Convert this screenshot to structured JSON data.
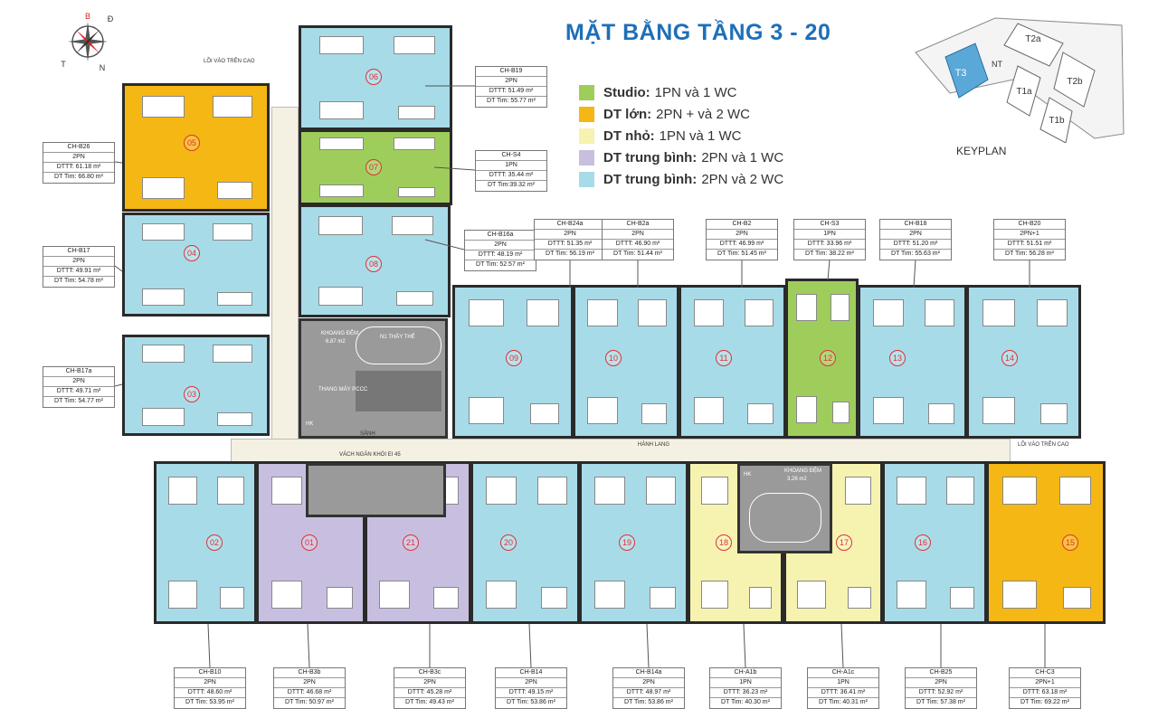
{
  "title": "MẶT BẰNG TẦNG 3 - 20",
  "colors": {
    "studio": "#9fcd5b",
    "large": "#f5b713",
    "small": "#f6f2b0",
    "medium1wc": "#c8bfe0",
    "medium2wc": "#a8dbe8",
    "corridor": "#f4f0e2",
    "core": "#9a9a9a",
    "title": "#1e6fb8"
  },
  "legend": [
    {
      "type": "studio",
      "bold": "Studio:",
      "text": "1PN và 1 WC"
    },
    {
      "type": "large",
      "bold": "DT lớn:",
      "text": "2PN + và 2 WC"
    },
    {
      "type": "small",
      "bold": "DT nhỏ:",
      "text": "1PN  và 1 WC"
    },
    {
      "type": "medium1wc",
      "bold": "DT trung bình:",
      "text": "2PN và 1 WC"
    },
    {
      "type": "medium2wc",
      "bold": "DT trung bình:",
      "text": "2PN và 2 WC"
    }
  ],
  "compass": {
    "north": "B",
    "south": "N",
    "east": "Đ",
    "west": "T",
    "icon": "compass-rose-icon"
  },
  "keyplan": {
    "label": "KEYPLAN",
    "blocks": [
      "T3",
      "NT",
      "T2a",
      "T2b",
      "T1a",
      "T1b"
    ],
    "highlighted": "T3"
  },
  "annotations": {
    "core_entry_top": "LÕI VÀO TRÊN CAO",
    "core_entry_right": "LÕI VÀO TRÊN CAO",
    "corridor": "HÀNH LANG",
    "smoke_wall": "VÁCH NGĂN KHÓI EI 45",
    "lobby": "SẢNH",
    "buffer_left": "KHOANG ĐỆM",
    "buffer_left_area": "6.87 m2",
    "stair": "N1 THẤY THẾ",
    "fire_lift": "THANG MÁY PCCC",
    "buffer_right": "KHOANG ĐỆM",
    "buffer_right_area": "3.26 m2",
    "hk": "HK"
  },
  "units": [
    {
      "no": "05",
      "type": "large"
    },
    {
      "no": "06",
      "type": "medium2wc"
    },
    {
      "no": "07",
      "type": "studio"
    },
    {
      "no": "04",
      "type": "medium2wc"
    },
    {
      "no": "08",
      "type": "medium2wc"
    },
    {
      "no": "03",
      "type": "medium2wc"
    },
    {
      "no": "09",
      "type": "medium2wc"
    },
    {
      "no": "10",
      "type": "medium2wc"
    },
    {
      "no": "11",
      "type": "medium2wc"
    },
    {
      "no": "12",
      "type": "studio"
    },
    {
      "no": "13",
      "type": "medium2wc"
    },
    {
      "no": "14",
      "type": "medium2wc"
    },
    {
      "no": "02",
      "type": "medium2wc"
    },
    {
      "no": "01",
      "type": "medium1wc"
    },
    {
      "no": "21",
      "type": "medium1wc"
    },
    {
      "no": "20",
      "type": "medium2wc"
    },
    {
      "no": "19",
      "type": "medium2wc"
    },
    {
      "no": "18",
      "type": "small"
    },
    {
      "no": "17",
      "type": "small"
    },
    {
      "no": "16",
      "type": "medium2wc"
    },
    {
      "no": "15",
      "type": "large"
    }
  ],
  "info_boxes": [
    {
      "code": "CH-B26",
      "rooms": "2PN",
      "dttt": "DTTT: 61.18 m²",
      "dttim": "DT Tim: 66.80 m²"
    },
    {
      "code": "CH-B17",
      "rooms": "2PN",
      "dttt": "DTTT: 49.91 m²",
      "dttim": "DT Tim: 54.78 m²"
    },
    {
      "code": "CH-B17a",
      "rooms": "2PN",
      "dttt": "DTTT: 49.71 m²",
      "dttim": "DT Tim: 54.77 m²"
    },
    {
      "code": "CH-B19",
      "rooms": "2PN",
      "dttt": "DTTT: 51.49 m²",
      "dttim": "DT Tim: 55.77 m²"
    },
    {
      "code": "CH-S4",
      "rooms": "1PN",
      "dttt": "DTTT: 35.44 m²",
      "dttim": "DT Tim:39.32 m²"
    },
    {
      "code": "CH-B16a",
      "rooms": "2PN",
      "dttt": "DTTT: 48.19 m²",
      "dttim": "DT Tim: 52.57 m²"
    },
    {
      "code": "CH-B24a",
      "rooms": "2PN",
      "dttt": "DTTT: 51.35 m²",
      "dttim": "DT Tim: 56.19 m²"
    },
    {
      "code": "CH-B2a",
      "rooms": "2PN",
      "dttt": "DTTT: 46.90 m²",
      "dttim": "DT Tim: 51.44 m²"
    },
    {
      "code": "CH-B2",
      "rooms": "2PN",
      "dttt": "DTTT: 46.99 m²",
      "dttim": "DT Tim: 51.45 m²"
    },
    {
      "code": "CH-S3",
      "rooms": "1PN",
      "dttt": "DTTT: 33.96 m²",
      "dttim": "DT Tim: 38.22 m²"
    },
    {
      "code": "CH-B18",
      "rooms": "2PN",
      "dttt": "DTTT: 51.20 m²",
      "dttim": "DT Tim: 55.63 m²"
    },
    {
      "code": "CH-B20",
      "rooms": "2PN+1",
      "dttt": "DTTT: 51.51 m²",
      "dttim": "DT Tim: 56.28 m²"
    },
    {
      "code": "CH-B10",
      "rooms": "2PN",
      "dttt": "DTTT: 48.60 m²",
      "dttim": "DT Tim: 53.95 m²"
    },
    {
      "code": "CH-B3b",
      "rooms": "2PN",
      "dttt": "DTTT: 46.68 m²",
      "dttim": "DT Tim: 50.97 m²"
    },
    {
      "code": "CH-B3c",
      "rooms": "2PN",
      "dttt": "DTTT: 45.28 m²",
      "dttim": "DT Tim: 49.43 m²"
    },
    {
      "code": "CH-B14",
      "rooms": "2PN",
      "dttt": "DTTT: 49.15 m²",
      "dttim": "DT Tim: 53.86 m²"
    },
    {
      "code": "CH-B14a",
      "rooms": "2PN",
      "dttt": "DTTT: 48.97 m²",
      "dttim": "DT Tim: 53.86 m²"
    },
    {
      "code": "CH-A1b",
      "rooms": "1PN",
      "dttt": "DTTT: 36.23 m²",
      "dttim": "DT Tim: 40.30 m²"
    },
    {
      "code": "CH-A1c",
      "rooms": "1PN",
      "dttt": "DTTT: 36.41 m²",
      "dttim": "DT Tim: 40.31 m²"
    },
    {
      "code": "CH-B25",
      "rooms": "2PN",
      "dttt": "DTTT: 52.92 m²",
      "dttim": "DT Tim: 57.38 m²"
    },
    {
      "code": "CH-C3",
      "rooms": "2PN+1",
      "dttt": "DTTT: 63.18 m²",
      "dttim": "DT Tim: 69.22 m²"
    }
  ]
}
